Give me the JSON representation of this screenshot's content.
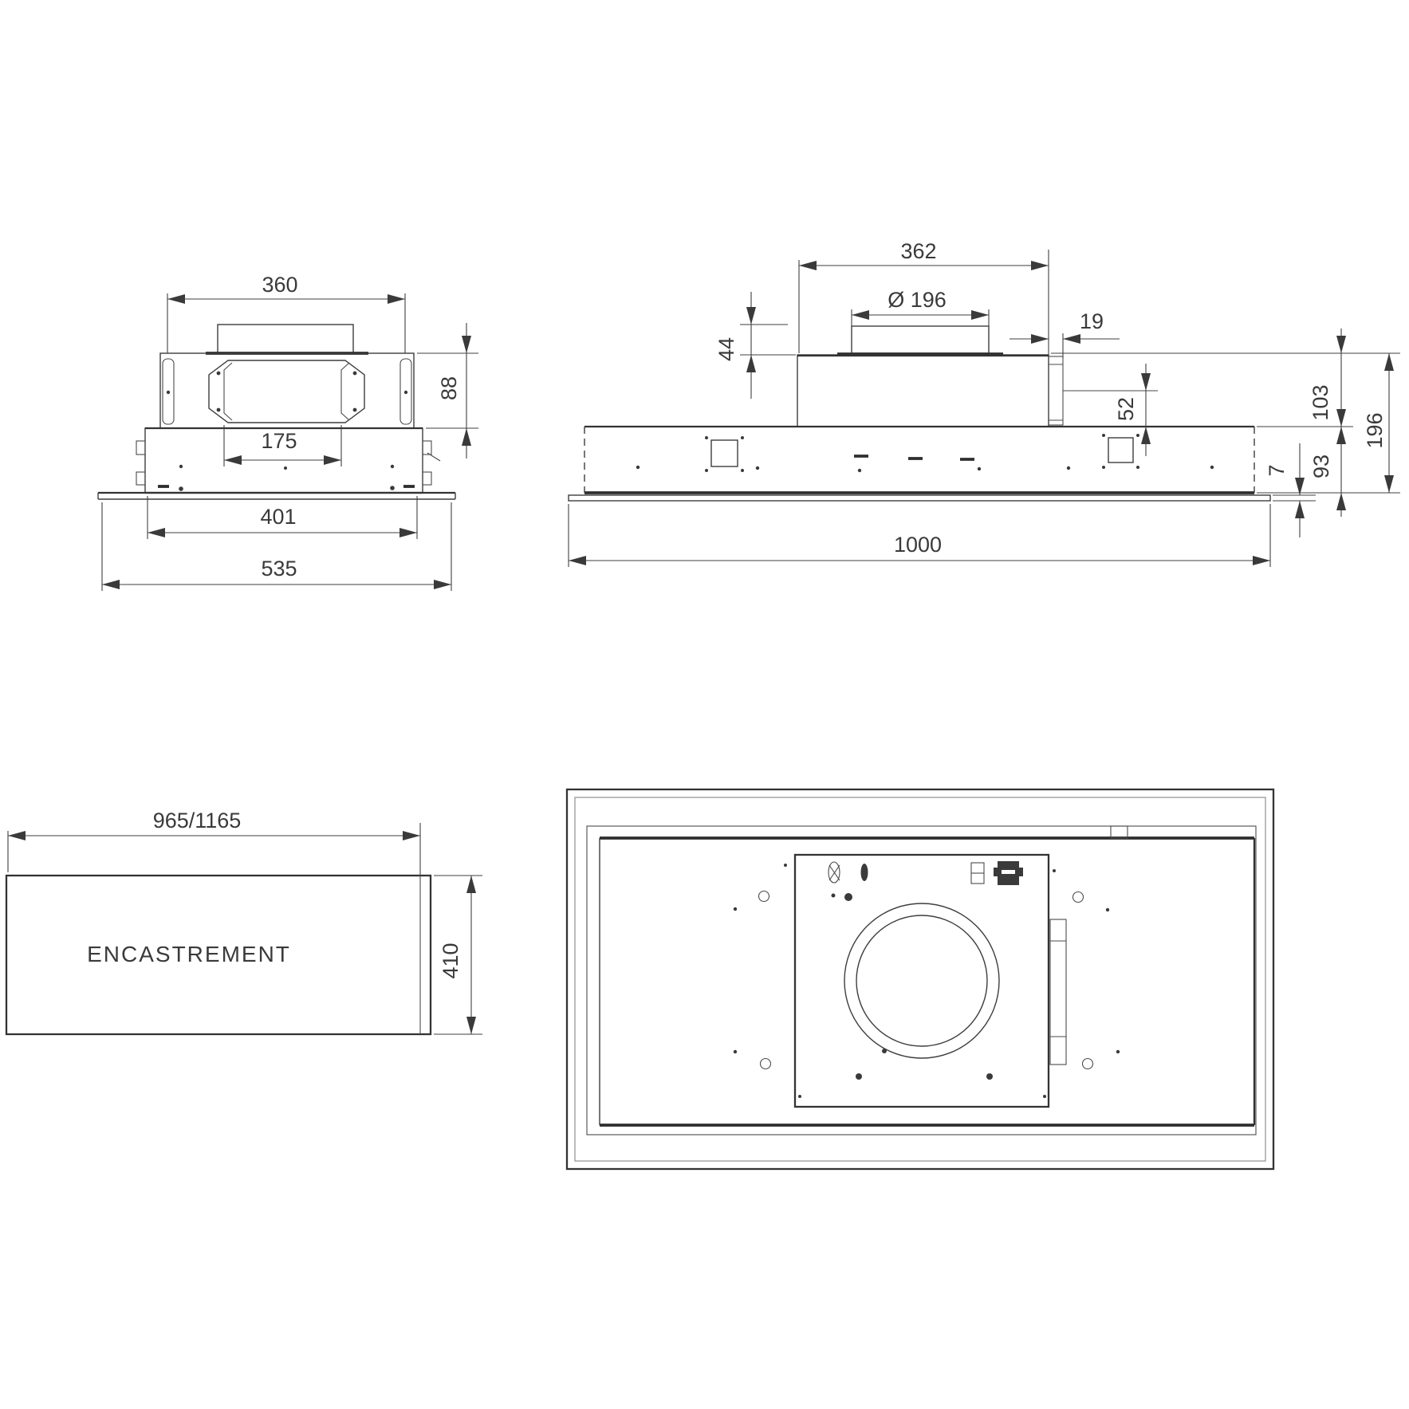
{
  "drawing": {
    "side_view": {
      "duct_width": "360",
      "duct_height": "88",
      "inner_width": "175",
      "body_width": "401",
      "base_width": "535"
    },
    "front_view": {
      "housing_width": "362",
      "outlet_diameter": "Ø 196",
      "collar_height": "44",
      "tab_width": "19",
      "outlet_height": "52",
      "upper_height": "103",
      "total_height": "196",
      "lower_height": "93",
      "panel_thickness": "7",
      "overall_width": "1000"
    },
    "niche_view": {
      "label": "ENCASTREMENT",
      "niche_width": "965/1165",
      "niche_depth": "410"
    }
  }
}
